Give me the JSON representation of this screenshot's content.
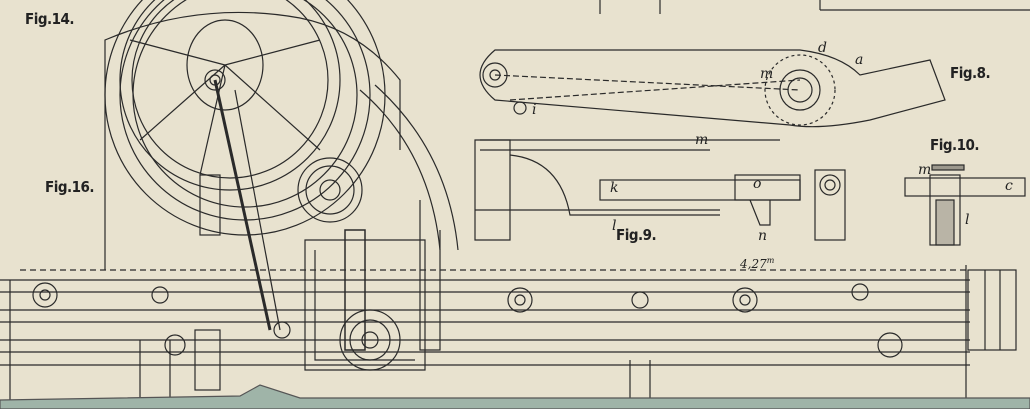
{
  "figures": {
    "fig14": "Fig.14.",
    "fig16": "Fig.16.",
    "fig8": "Fig.8.",
    "fig9": "Fig.9.",
    "fig10": "Fig.10."
  },
  "dimension": {
    "value": "4,27",
    "unit": "m"
  },
  "letters": {
    "fig8": [
      "a",
      "d",
      "m",
      "i"
    ],
    "fig9": [
      "m",
      "k",
      "o",
      "l",
      "n"
    ],
    "fig10": [
      "m",
      "c",
      "l"
    ]
  },
  "colors": {
    "paper": "#e8e2cf",
    "ink": "#2a2a2a",
    "mat": "#9fb4a8"
  }
}
